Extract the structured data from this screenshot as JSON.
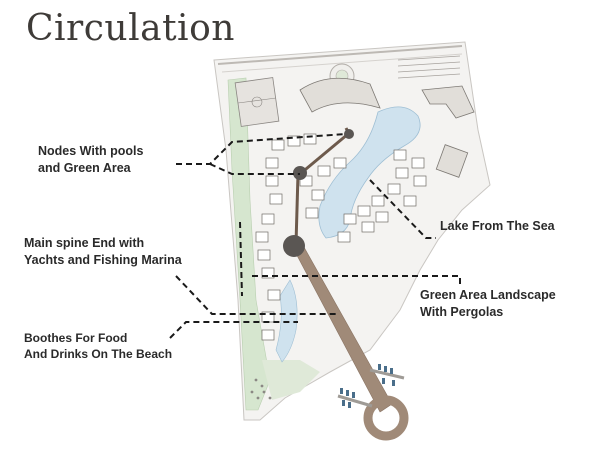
{
  "title": "Circulation",
  "labels": {
    "nodes": [
      "Nodes With pools",
      "and Green Area"
    ],
    "spine": [
      "Main spine End with",
      "Yachts and Fishing Marina"
    ],
    "booths": [
      "Boothes For Food",
      "And Drinks On The Beach"
    ],
    "lake": [
      "Lake From The Sea"
    ],
    "green": [
      "Green Area Landscape",
      "With Pergolas"
    ]
  },
  "colors": {
    "title": "#3e3b38",
    "spine": "#a08a78",
    "spine_dark": "#6d5a4c",
    "node": "#5a5653",
    "water": "#cfe2ee",
    "greenery": "#d6e6cf",
    "site": "#f4f3f1",
    "leader": "#1a1a1a"
  }
}
